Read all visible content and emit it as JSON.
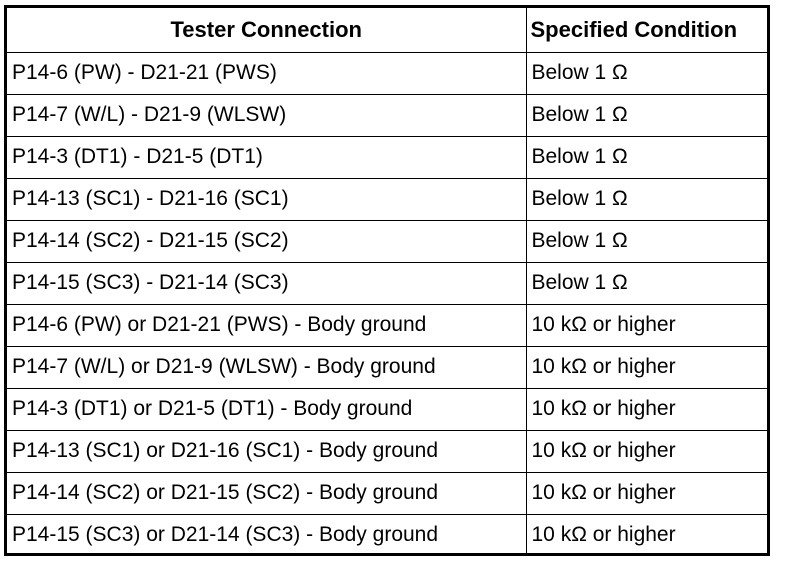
{
  "table": {
    "headers": [
      "Tester Connection",
      "Specified Condition"
    ],
    "rows": [
      [
        "P14-6 (PW) - D21-21 (PWS)",
        "Below 1 Ω"
      ],
      [
        "P14-7 (W/L) - D21-9 (WLSW)",
        "Below 1 Ω"
      ],
      [
        "P14-3 (DT1) - D21-5 (DT1)",
        "Below 1 Ω"
      ],
      [
        "P14-13 (SC1) - D21-16 (SC1)",
        "Below 1 Ω"
      ],
      [
        "P14-14 (SC2) - D21-15 (SC2)",
        "Below 1 Ω"
      ],
      [
        "P14-15 (SC3) - D21-14 (SC3)",
        "Below 1 Ω"
      ],
      [
        "P14-6 (PW) or D21-21 (PWS) - Body ground",
        "10 kΩ or higher"
      ],
      [
        "P14-7 (W/L) or D21-9 (WLSW) - Body ground",
        "10 kΩ or higher"
      ],
      [
        "P14-3 (DT1) or D21-5 (DT1) - Body ground",
        "10 kΩ or higher"
      ],
      [
        "P14-13 (SC1) or D21-16 (SC1) - Body ground",
        "10 kΩ or higher"
      ],
      [
        "P14-14 (SC2) or D21-15 (SC2) - Body ground",
        "10 kΩ or higher"
      ],
      [
        "P14-15 (SC3) or D21-14 (SC3) - Body ground",
        "10 kΩ or higher"
      ]
    ]
  }
}
